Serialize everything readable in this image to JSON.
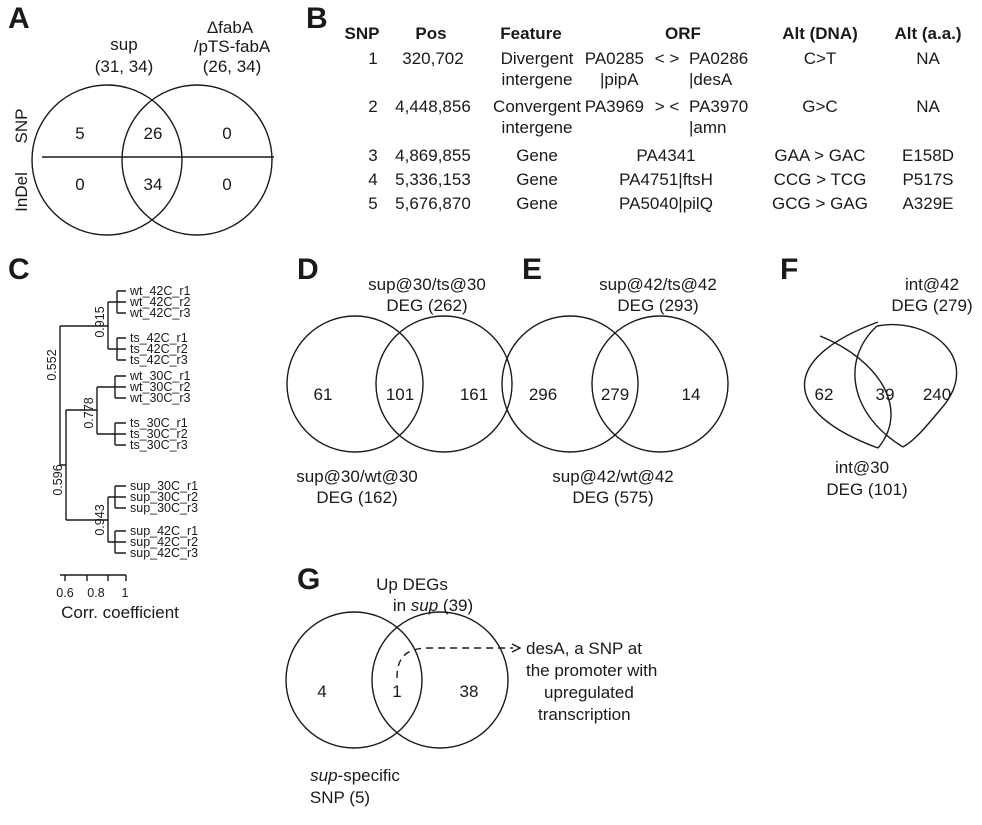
{
  "panels": {
    "A": "A",
    "B": "B",
    "C": "C",
    "D": "D",
    "E": "E",
    "F": "F",
    "G": "G"
  },
  "panel_a": {
    "set1_label": "sup",
    "set1_counts": "(31, 34)",
    "set2_label_line1": "ΔfabA",
    "set2_label_line2": "/pTS-fabA",
    "set2_counts": "(26, 34)",
    "row_snp": "SNP",
    "row_indel": "InDel",
    "snp_values": [
      "5",
      "26",
      "0"
    ],
    "indel_values": [
      "0",
      "34",
      "0"
    ]
  },
  "panel_b": {
    "headers": [
      "SNP",
      "Pos",
      "Feature",
      "ORF",
      "Alt (DNA)",
      "Alt (a.a.)"
    ],
    "rows": [
      {
        "snp": "1",
        "pos": "320,702",
        "feature_l1": "Divergent",
        "feature_l2": "intergene",
        "orf_left": "PA0285",
        "orf_sep": "< >",
        "orf_right": "PA0286",
        "orf_left_l2": "|pipA",
        "orf_right_l2": "|desA",
        "alt_dna": "C>T",
        "alt_aa": "NA"
      },
      {
        "snp": "2",
        "pos": "4,448,856",
        "feature_l1": "Convergent",
        "feature_l2": "intergene",
        "orf_left": "PA3969",
        "orf_sep": "> <",
        "orf_right": "PA3970",
        "orf_left_l2": "",
        "orf_right_l2": "|amn",
        "alt_dna": "G>C",
        "alt_aa": "NA"
      },
      {
        "snp": "3",
        "pos": "4,869,855",
        "feature_l1": "Gene",
        "orf": "PA4341",
        "alt_dna": "GAA > GAC",
        "alt_aa": "E158D"
      },
      {
        "snp": "4",
        "pos": "5,336,153",
        "feature_l1": "Gene",
        "orf": "PA4751|ftsH",
        "alt_dna": "CCG > TCG",
        "alt_aa": "P517S"
      },
      {
        "snp": "5",
        "pos": "5,676,870",
        "feature_l1": "Gene",
        "orf": "PA5040|pilQ",
        "alt_dna": "GCG > GAG",
        "alt_aa": "A329E"
      }
    ]
  },
  "panel_c": {
    "leaves": [
      "wt_42C_r1",
      "wt_42C_r2",
      "wt_42C_r3",
      "ts_42C_r1",
      "ts_42C_r2",
      "ts_42C_r3",
      "wt_30C_r1",
      "wt_30C_r2",
      "wt_30C_r3",
      "ts_30C_r1",
      "ts_30C_r2",
      "ts_30C_r3",
      "sup_30C_r1",
      "sup_30C_r2",
      "sup_30C_r3",
      "sup_42C_r1",
      "sup_42C_r2",
      "sup_42C_r3"
    ],
    "node_labels": [
      "0.915",
      "0.552",
      "0.778",
      "0.596",
      "0.943"
    ],
    "axis_ticks": [
      "0.6",
      "0.8",
      "1"
    ],
    "axis_title": "Corr. coefficient"
  },
  "panel_d": {
    "top_label_l1": "sup@30/ts@30",
    "top_label_l2": "DEG (262)",
    "bottom_label_l1": "sup@30/wt@30",
    "bottom_label_l2": "DEG (162)",
    "values": [
      "61",
      "101",
      "161"
    ]
  },
  "panel_e": {
    "top_label_l1": "sup@42/ts@42",
    "top_label_l2": "DEG (293)",
    "bottom_label_l1": "sup@42/wt@42",
    "bottom_label_l2": "DEG (575)",
    "values": [
      "296",
      "279",
      "14"
    ]
  },
  "panel_f": {
    "top_label_l1": "int@42",
    "top_label_l2": "DEG (279)",
    "bottom_label_l1": "int@30",
    "bottom_label_l2": "DEG (101)",
    "values": [
      "62",
      "39",
      "240"
    ]
  },
  "panel_g": {
    "top_label_l1": "Up DEGs",
    "top_label_l2_pre": "in ",
    "top_label_l2_ital": "sup",
    "top_label_l2_post": " (39)",
    "bottom_label_l1_ital": "sup",
    "bottom_label_l1_post": "-specific",
    "bottom_label_l2": "SNP (5)",
    "values": [
      "4",
      "1",
      "38"
    ],
    "annotation": [
      "desA, a SNP at",
      "the promoter with",
      "upregulated",
      "transcription"
    ]
  }
}
